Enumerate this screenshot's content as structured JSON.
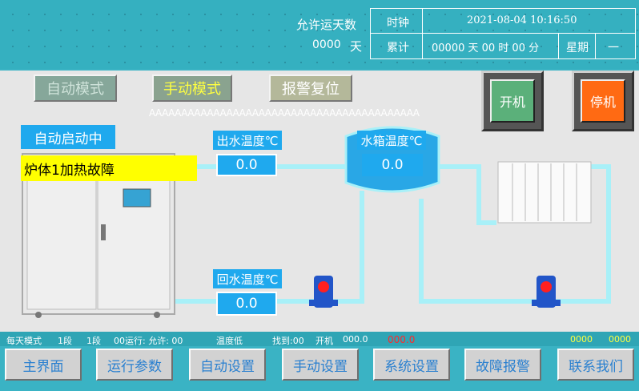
{
  "header": {
    "allowed_days_label": "允许运天数",
    "allowed_days_value": "0000",
    "days_unit": "天",
    "clock_label": "时钟",
    "datetime": "2021-08-04 10:16:50",
    "total_label": "累计",
    "total_value": "00000 天 00 时 00 分",
    "weekday_label": "星期",
    "weekday_value": "一"
  },
  "modes": {
    "auto": "自动模式",
    "manual": "手动模式",
    "alarm_reset": "报警复位"
  },
  "marquee": "AAAAAAAAAAAAAAAAAAAAAAAAAAAAAAAAAAAAAAAAAA",
  "controls": {
    "start": "开机",
    "stop": "停机"
  },
  "status": {
    "run_state": "自动启动中",
    "fault": "炉体1加热故障"
  },
  "sensors": {
    "outlet_label": "出水温度℃",
    "outlet_value": "0.0",
    "tank_label": "水箱温度℃",
    "tank_value": "0.0",
    "return_label": "回水温度℃",
    "return_value": "0.0"
  },
  "statusbar": {
    "mode": "每天模式",
    "seg1": "1段",
    "seg2": "1段",
    "run_allow": "00运行: 允许: 00",
    "temp": "温度低",
    "found": "找到:00",
    "power": "开机",
    "val1": "000.0",
    "val2": "000.0",
    "val3": "0000",
    "val4": "0000"
  },
  "nav": [
    {
      "label": "主界面"
    },
    {
      "label": "运行参数"
    },
    {
      "label": "自动设置"
    },
    {
      "label": "手动设置"
    },
    {
      "label": "系统设置"
    },
    {
      "label": "故障报警"
    },
    {
      "label": "联系我们"
    }
  ],
  "colors": {
    "header_bg": "#35b0c0",
    "main_bg": "#e6e6e6",
    "pipe": "#a8f0f8",
    "fault_bg": "#ffff00",
    "start_green": "#5bb07a",
    "stop_orange": "#ff6a13",
    "status_red": "#ff2a2a",
    "status_yellow": "#ffff40"
  }
}
